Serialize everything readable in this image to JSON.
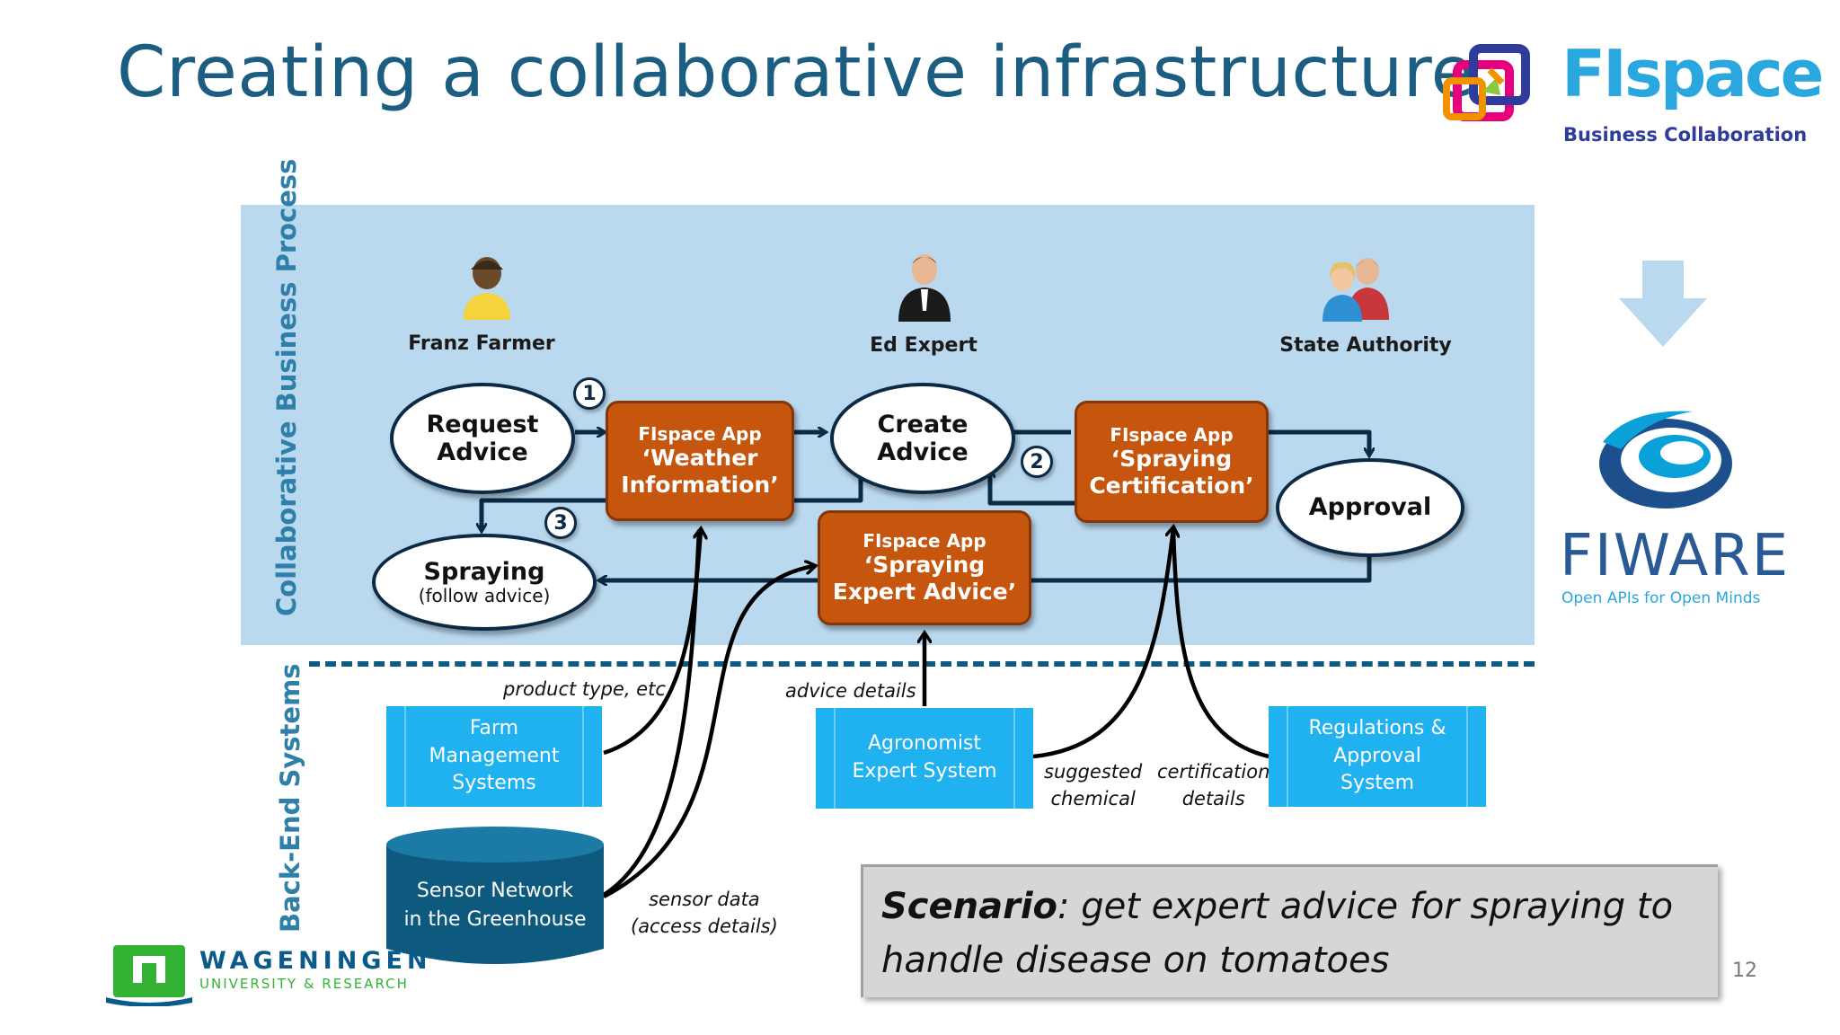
{
  "slide": {
    "title": "Creating a collaborative infrastructure",
    "page_number": "12"
  },
  "logos": {
    "fispace": {
      "name": "FIspace",
      "tagline": "Business Collaboration"
    },
    "fiware": {
      "name": "FIWARE",
      "tagline": "Open APIs for Open Minds"
    },
    "wageningen": {
      "name": "WAGENINGEN",
      "tagline": "UNIVERSITY & RESEARCH"
    }
  },
  "sections": {
    "business_process": "Collaborative Business Process",
    "backend": "Back-End Systems"
  },
  "actors": {
    "farmer": "Franz Farmer",
    "expert": "Ed Expert",
    "authority": "State Authority"
  },
  "process": {
    "request": {
      "line1": "Request",
      "line2": "Advice"
    },
    "create": {
      "line1": "Create",
      "line2": "Advice"
    },
    "approval": {
      "label": "Approval"
    },
    "spraying": {
      "label": "Spraying",
      "sub": "(follow advice)"
    }
  },
  "apps": {
    "weather": {
      "small": "FIspace App",
      "line1": "‘Weather",
      "line2": "Information’"
    },
    "certification": {
      "small": "FIspace App",
      "line1": "‘Spraying",
      "line2": "Certification’"
    },
    "expert_advice": {
      "small": "FIspace App",
      "line1": "‘Spraying",
      "line2": "Expert Advice’"
    }
  },
  "steps": [
    "1",
    "2",
    "3"
  ],
  "backend_systems": {
    "farm": {
      "line1": "Farm",
      "line2": "Management",
      "line3": "Systems"
    },
    "agronomist": {
      "line1": "Agronomist",
      "line2": "Expert System"
    },
    "regulations": {
      "line1": "Regulations &",
      "line2": "Approval",
      "line3": "System"
    },
    "sensor": {
      "line1": "Sensor Network",
      "line2": "in the Greenhouse"
    }
  },
  "flow_labels": {
    "product_type": "product type, etc.",
    "advice_details": "advice details",
    "suggested": {
      "line1": "suggested",
      "line2": "chemical"
    },
    "certification": {
      "line1": "certification",
      "line2": "details"
    },
    "sensor_data": {
      "line1": "sensor data",
      "line2": "(access details)"
    }
  },
  "scenario": {
    "bold": "Scenario",
    "rest_line1": ": get expert advice for spraying to",
    "line2": "handle disease on tomatoes"
  },
  "colors": {
    "title": "#1b5e82",
    "process_bg": "#bad9ef",
    "app_orange": "#c6560e",
    "backend_blue": "#1fb1f0",
    "sensor_db": "#0e5a7e",
    "arrow_dark": "#0c2a45"
  }
}
